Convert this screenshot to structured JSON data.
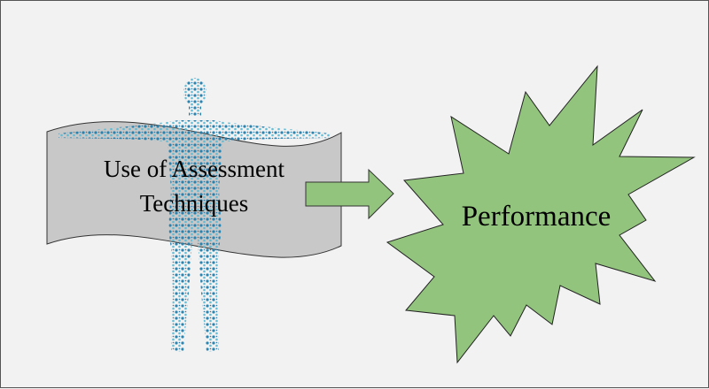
{
  "input_box": {
    "line1": "Use of Assessment",
    "line2": "Techniques"
  },
  "output_box": {
    "label": "Performance"
  },
  "colors": {
    "background": "#f2f2f2",
    "banner": "#c8c8c8",
    "green": "#92c47d",
    "dots": "#2a8fb8"
  }
}
